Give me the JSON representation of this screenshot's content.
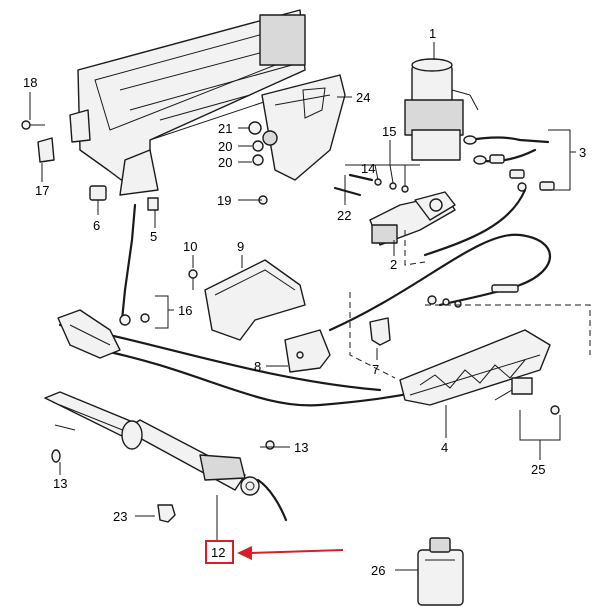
{
  "callouts": [
    {
      "id": "1",
      "label": "1"
    },
    {
      "id": "2",
      "label": "2"
    },
    {
      "id": "3",
      "label": "3"
    },
    {
      "id": "4",
      "label": "4"
    },
    {
      "id": "5",
      "label": "5"
    },
    {
      "id": "6",
      "label": "6"
    },
    {
      "id": "7",
      "label": "7"
    },
    {
      "id": "8",
      "label": "8"
    },
    {
      "id": "9",
      "label": "9"
    },
    {
      "id": "10",
      "label": "10"
    },
    {
      "id": "12",
      "label": "12"
    },
    {
      "id": "13a",
      "label": "13"
    },
    {
      "id": "13b",
      "label": "13"
    },
    {
      "id": "14",
      "label": "14"
    },
    {
      "id": "15",
      "label": "15"
    },
    {
      "id": "16",
      "label": "16"
    },
    {
      "id": "17",
      "label": "17"
    },
    {
      "id": "18",
      "label": "18"
    },
    {
      "id": "19",
      "label": "19"
    },
    {
      "id": "20a",
      "label": "20"
    },
    {
      "id": "20b",
      "label": "20"
    },
    {
      "id": "21",
      "label": "21"
    },
    {
      "id": "22",
      "label": "22"
    },
    {
      "id": "23",
      "label": "23"
    },
    {
      "id": "24",
      "label": "24"
    },
    {
      "id": "25",
      "label": "25"
    },
    {
      "id": "26",
      "label": "26"
    }
  ],
  "highlight": {
    "label": "12",
    "color": "#d61f26"
  }
}
